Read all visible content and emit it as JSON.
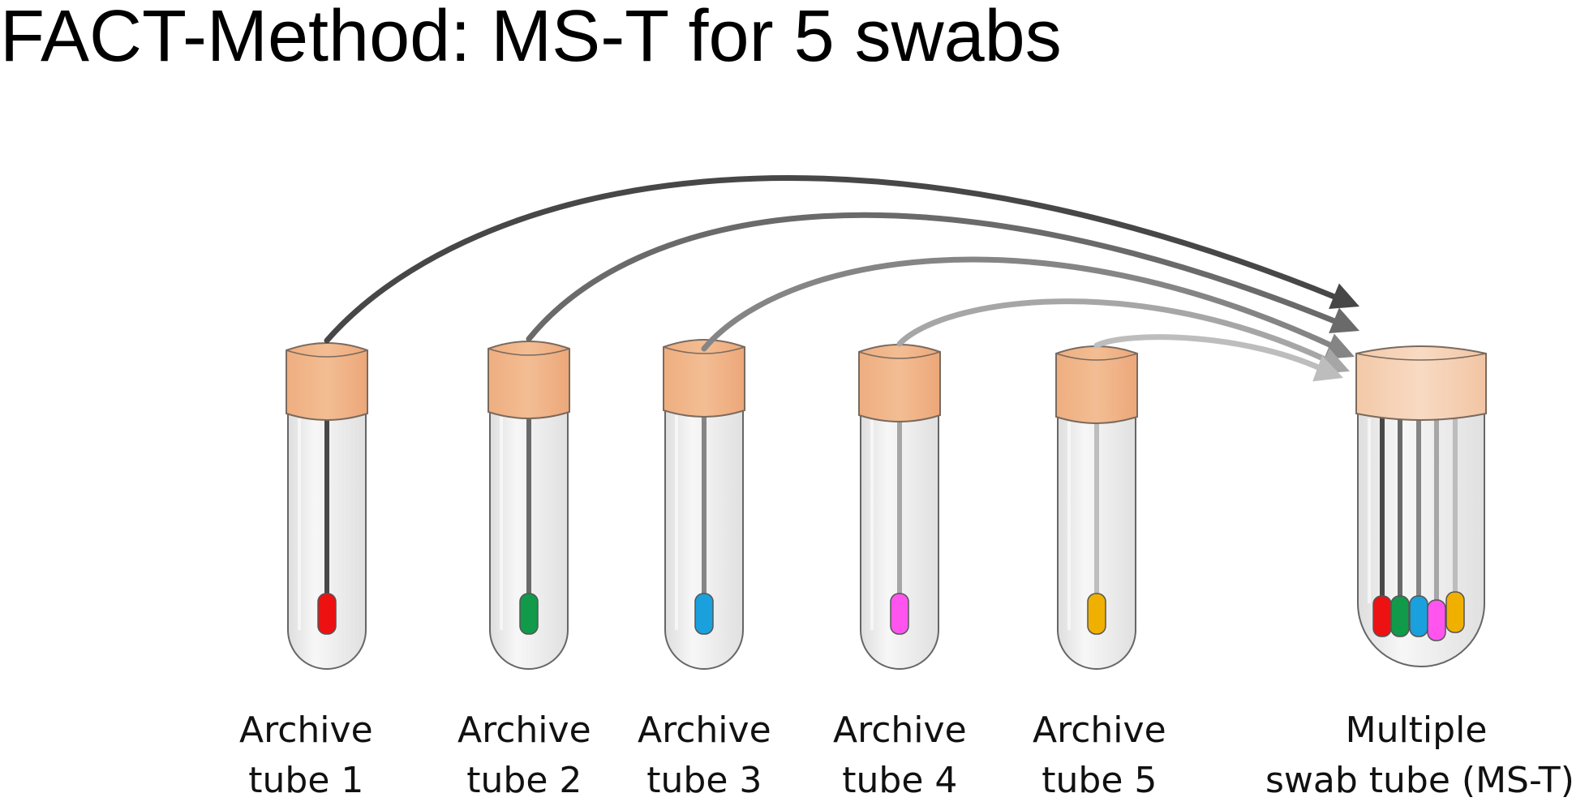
{
  "title": "FACT-Method: MS-T for 5 swabs",
  "archive_tubes": [
    {
      "label_line1": "Archive",
      "label_line2": "tube 1",
      "swab_color": "#ee1111",
      "arrow_color": "#474747"
    },
    {
      "label_line1": "Archive",
      "label_line2": "tube 2",
      "swab_color": "#109a4a",
      "arrow_color": "#6a6a6a"
    },
    {
      "label_line1": "Archive",
      "label_line2": "tube 3",
      "swab_color": "#1aa0dd",
      "arrow_color": "#858585"
    },
    {
      "label_line1": "Archive",
      "label_line2": "tube 4",
      "swab_color": "#ff55ee",
      "arrow_color": "#a6a6a6"
    },
    {
      "label_line1": "Archive",
      "label_line2": "tube 5",
      "swab_color": "#f0b000",
      "arrow_color": "#bdbdbd"
    }
  ],
  "ms_tube": {
    "label_line1": "Multiple",
    "label_line2": "swab tube (MS-T)"
  },
  "colors": {
    "cap": "#f1b587",
    "ms_cap": "#f6d2b6",
    "tube_body": "#ececec",
    "tube_outline": "#666666"
  }
}
